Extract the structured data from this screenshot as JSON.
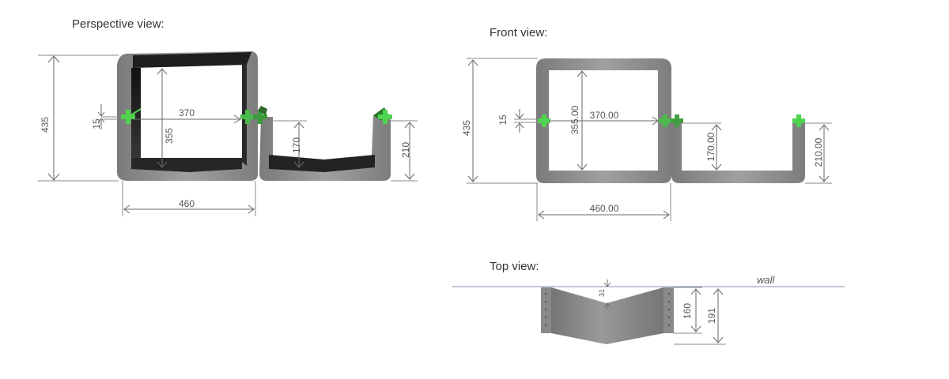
{
  "views": {
    "perspective": {
      "title": "Perspective view:",
      "dims": {
        "height": "435",
        "thickness": "15",
        "inner_width": "370",
        "inner_height": "355",
        "width": "460",
        "small_height": "170",
        "right_height": "210"
      }
    },
    "front": {
      "title": "Front view:",
      "dims": {
        "height": "435",
        "thickness": "15",
        "inner_width": "370.00",
        "inner_height": "355.00",
        "width": "460.00",
        "small_height": "170.00",
        "right_height": "210.00"
      }
    },
    "top": {
      "title": "Top view:",
      "wall_label": "wall",
      "dims": {
        "gap": "31",
        "depth": "160",
        "total_depth": "191"
      }
    }
  },
  "colors": {
    "shelf_gray": "#8f8f8f",
    "shelf_dark": "#2a2a2a",
    "connector_green": "#4fd44f",
    "dimension_line": "#8a8a8a",
    "wall_line": "#7f93a8"
  }
}
